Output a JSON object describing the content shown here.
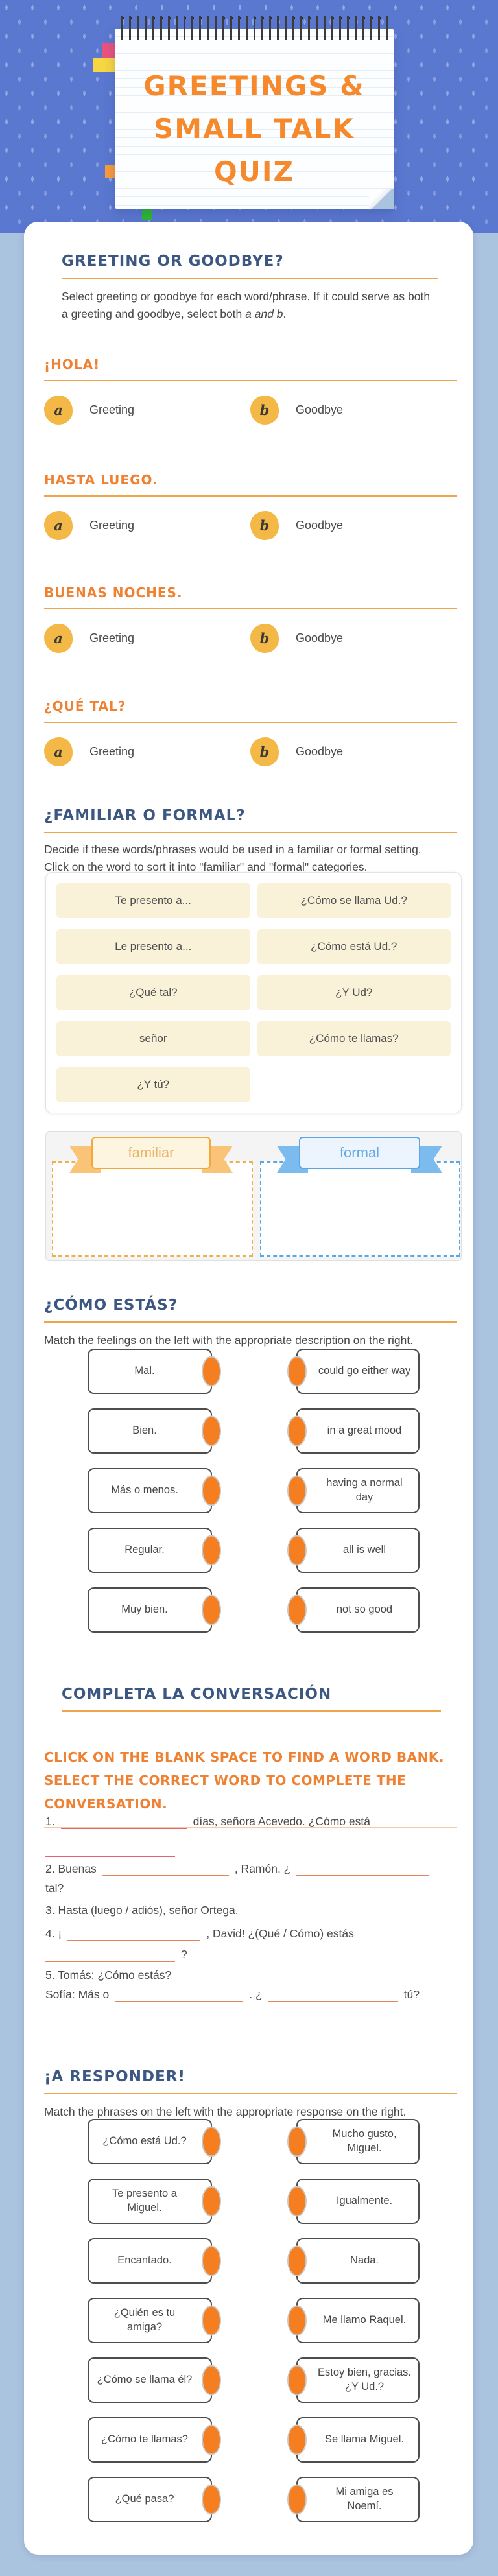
{
  "header": {
    "title_line1": "GREETINGS &",
    "title_line2": "SMALL TALK QUIZ"
  },
  "colors": {
    "band_blue": "#5b78d1",
    "page_blue": "#aac3df",
    "heading_blue": "#3c5781",
    "accent_orange": "#ef8133",
    "underline_orange": "#f0a54d",
    "badge_yellow": "#f3b845",
    "chip_cream": "#faf1d9",
    "connector_orange": "#f57e20",
    "familiar_orange": "#f2a93b",
    "formal_blue": "#5ba6e6",
    "blank_red": "#e4636e",
    "blank_orange": "#e2875c"
  },
  "s1": {
    "heading": "GREETING OR GOODBYE?",
    "instr_1": "Select greeting or goodbye for each word/phrase. If it could serve as both a greeting and goodbye, select both ",
    "instr_italic": "a and b",
    "instr_2": ".",
    "questions": [
      {
        "prompt": "¡HOLA!",
        "badge_a": "a",
        "label_a": "Greeting",
        "badge_b": "b",
        "label_b": "Goodbye"
      },
      {
        "prompt": "HASTA LUEGO.",
        "badge_a": "a",
        "label_a": "Greeting",
        "badge_b": "b",
        "label_b": "Goodbye"
      },
      {
        "prompt": "BUENAS NOCHES.",
        "badge_a": "a",
        "label_a": "Greeting",
        "badge_b": "b",
        "label_b": "Goodbye"
      },
      {
        "prompt": "¿QUÉ TAL?",
        "badge_a": "a",
        "label_a": "Greeting",
        "badge_b": "b",
        "label_b": "Goodbye"
      }
    ]
  },
  "s2": {
    "heading": "¿FAMILIAR O FORMAL?",
    "instr_line1": "Decide if these words/phrases would be used in a familiar or formal setting.",
    "instr_line2": "Click on the word to sort it into \"familiar\" and \"formal\" categories.",
    "words": [
      "Te presento a...",
      "¿Cómo se llama Ud.?",
      "Le presento a...",
      "¿Cómo está Ud.?",
      "¿Qué tal?",
      "¿Y Ud?",
      "señor",
      "¿Cómo te llamas?",
      "¿Y tú?"
    ],
    "categories": [
      "familiar",
      "formal"
    ]
  },
  "s3": {
    "heading": "¿CÓMO ESTÁS?",
    "instr": "Match the feelings on the left with the appropriate description on the right.",
    "pairs": [
      {
        "left": "Mal.",
        "right": "could go either way"
      },
      {
        "left": "Bien.",
        "right": "in a great mood"
      },
      {
        "left": "Más o menos.",
        "right": "having a normal day"
      },
      {
        "left": "Regular.",
        "right": "all is well"
      },
      {
        "left": "Muy bien.",
        "right": "not so good"
      }
    ]
  },
  "s4": {
    "heading": "COMPLETA LA CONVERSACIÓN",
    "subheading": "CLICK ON THE BLANK SPACE TO FIND A WORD BANK. SELECT THE CORRECT WORD TO COMPLETE THE CONVERSATION.",
    "lines": {
      "n1": "1.",
      "l1_mid": "días, señora Acevedo. ¿Cómo está",
      "l2_start": "2. Buenas",
      "l2_mid": ", Ramón. ¿",
      "l2_wrap": "tal?",
      "l3": "3. Hasta (luego / adiós), señor Ortega.",
      "l4_start": "4. ¡",
      "l4_mid": ", David! ¿(Qué / Cómo) estás",
      "l4_end": "?",
      "l5a": "5. Tomás: ¿Cómo estás?",
      "l5b_start": "Sofía: Más o",
      "l5b_mid": ". ¿",
      "l5b_end": "tú?"
    }
  },
  "s5": {
    "heading": "¡A RESPONDER!",
    "instr": "Match the phrases on the left with the appropriate response on the right.",
    "pairs": [
      {
        "left": "¿Cómo está Ud.?",
        "right": "Mucho gusto, Miguel."
      },
      {
        "left": "Te presento a Miguel.",
        "right": "Igualmente."
      },
      {
        "left": "Encantado.",
        "right": "Nada."
      },
      {
        "left": "¿Quién es tu amiga?",
        "right": "Me llamo Raquel."
      },
      {
        "left": "¿Cómo se llama él?",
        "right": "Estoy bien, gracias. ¿Y Ud.?"
      },
      {
        "left": "¿Cómo te llamas?",
        "right": "Se llama Miguel."
      },
      {
        "left": "¿Qué pasa?",
        "right": "Mi amiga es Noemí."
      }
    ]
  }
}
